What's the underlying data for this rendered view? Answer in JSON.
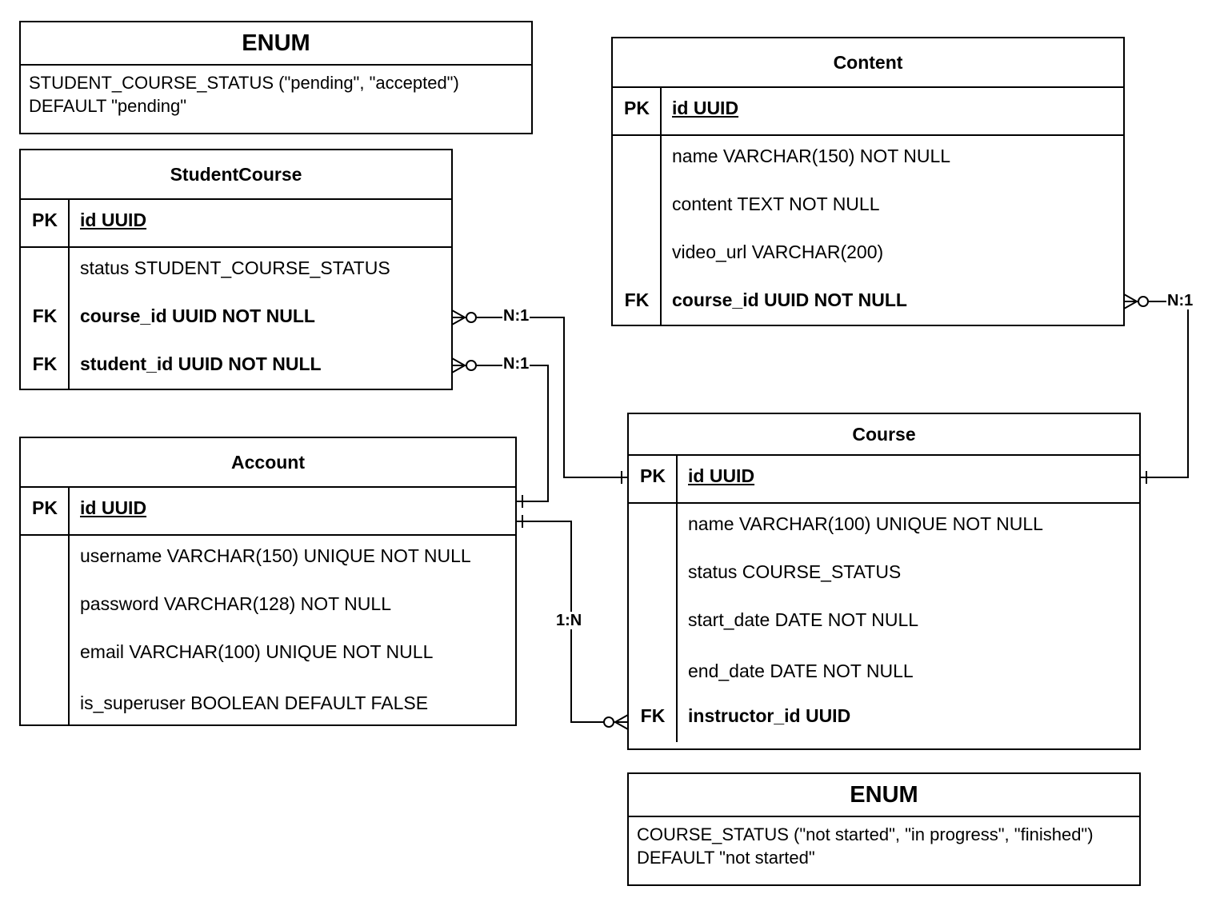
{
  "enum_student_course": {
    "title": "ENUM",
    "line1": "STUDENT_COURSE_STATUS (\"pending\", \"accepted\")",
    "line2": "DEFAULT \"pending\""
  },
  "enum_course": {
    "title": "ENUM",
    "line1": "COURSE_STATUS (\"not started\", \"in progress\", \"finished\")",
    "line2": "DEFAULT \"not started\""
  },
  "student_course": {
    "title": "StudentCourse",
    "pk_key": "PK",
    "pk_field": "id UUID",
    "status": "status STUDENT_COURSE_STATUS",
    "fk1_key": "FK",
    "fk1_field": "course_id UUID NOT NULL",
    "fk2_key": "FK",
    "fk2_field": "student_id UUID NOT NULL"
  },
  "content": {
    "title": "Content",
    "pk_key": "PK",
    "pk_field": "id UUID",
    "f1": "name VARCHAR(150) NOT NULL",
    "f2": "content TEXT NOT NULL",
    "f3": "video_url VARCHAR(200)",
    "fk_key": "FK",
    "fk_field": "course_id UUID NOT NULL"
  },
  "account": {
    "title": "Account",
    "pk_key": "PK",
    "pk_field": "id UUID",
    "f1": "username VARCHAR(150) UNIQUE NOT NULL",
    "f2": "password VARCHAR(128) NOT NULL",
    "f3": "email VARCHAR(100) UNIQUE NOT NULL",
    "f4": "is_superuser BOOLEAN DEFAULT FALSE"
  },
  "course": {
    "title": "Course",
    "pk_key": "PK",
    "pk_field": "id UUID",
    "f1": "name VARCHAR(100) UNIQUE NOT NULL",
    "f2": "status COURSE_STATUS",
    "f3": "start_date DATE NOT NULL",
    "f4": "end_date DATE NOT NULL",
    "fk_key": "FK",
    "fk_field": "instructor_id UUID"
  },
  "relationships": {
    "sc_course": "N:1",
    "sc_student": "N:1",
    "content_course": "N:1",
    "account_course": "1:N"
  }
}
